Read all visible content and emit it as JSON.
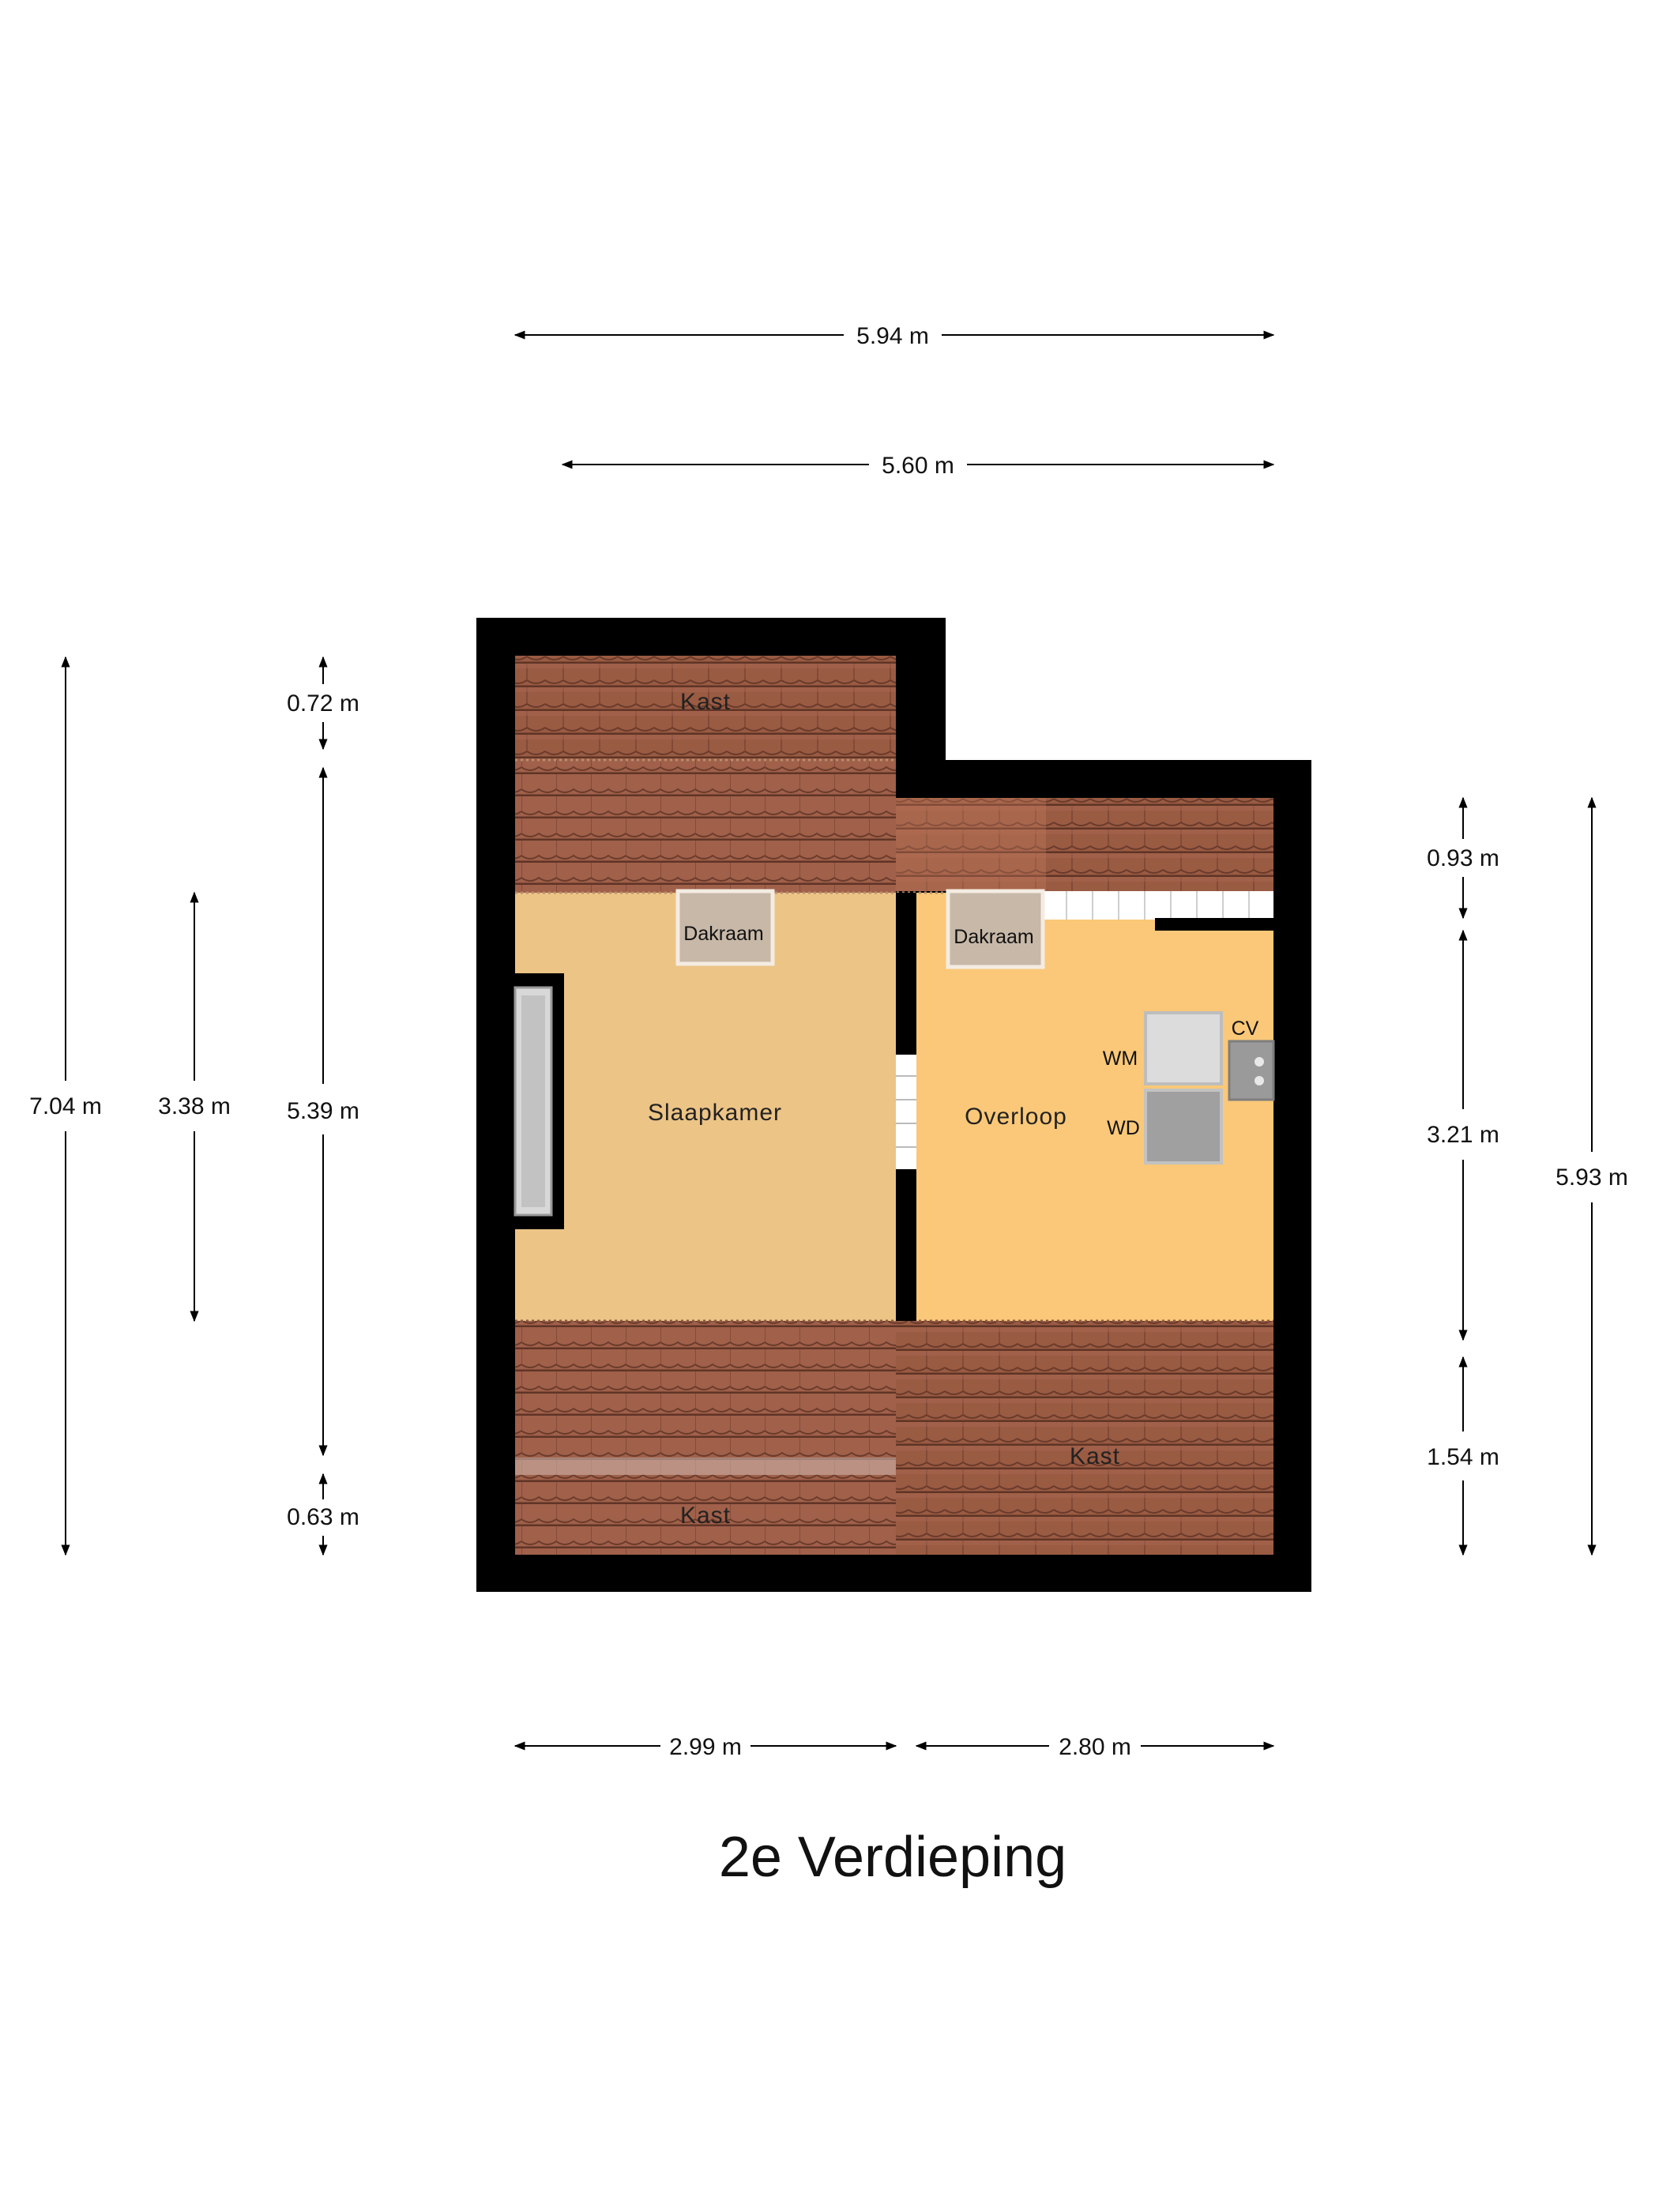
{
  "title": "2e Verdieping",
  "rooms": {
    "kast_top": "Kast",
    "slaapkamer": "Slaapkamer",
    "overloop": "Overloop",
    "kast_bottom_left": "Kast",
    "kast_bottom_right": "Kast"
  },
  "fixtures": {
    "dakraam_left": "Dakraam",
    "dakraam_right": "Dakraam",
    "wm": "WM",
    "wd": "WD",
    "cv": "CV"
  },
  "dimensions": {
    "top_outer": "5.94 m",
    "top_inner": "5.60 m",
    "left_total": "7.04 m",
    "left_middle": "3.38 m",
    "left_top": "0.72 m",
    "left_main": "5.39 m",
    "left_bottom": "0.63 m",
    "right_top": "0.93 m",
    "right_main": "3.21 m",
    "right_bottom": "1.54 m",
    "right_total": "5.93 m",
    "bottom_left": "2.99 m",
    "bottom_right": "2.80 m"
  },
  "colors": {
    "wall": "#000000",
    "roof_tile": "#9a5b43",
    "slaapkamer_floor": "#ecc486",
    "overloop_floor": "#fac878",
    "skylight": "#c7b8a8",
    "appliance": "#d6d6d6"
  }
}
